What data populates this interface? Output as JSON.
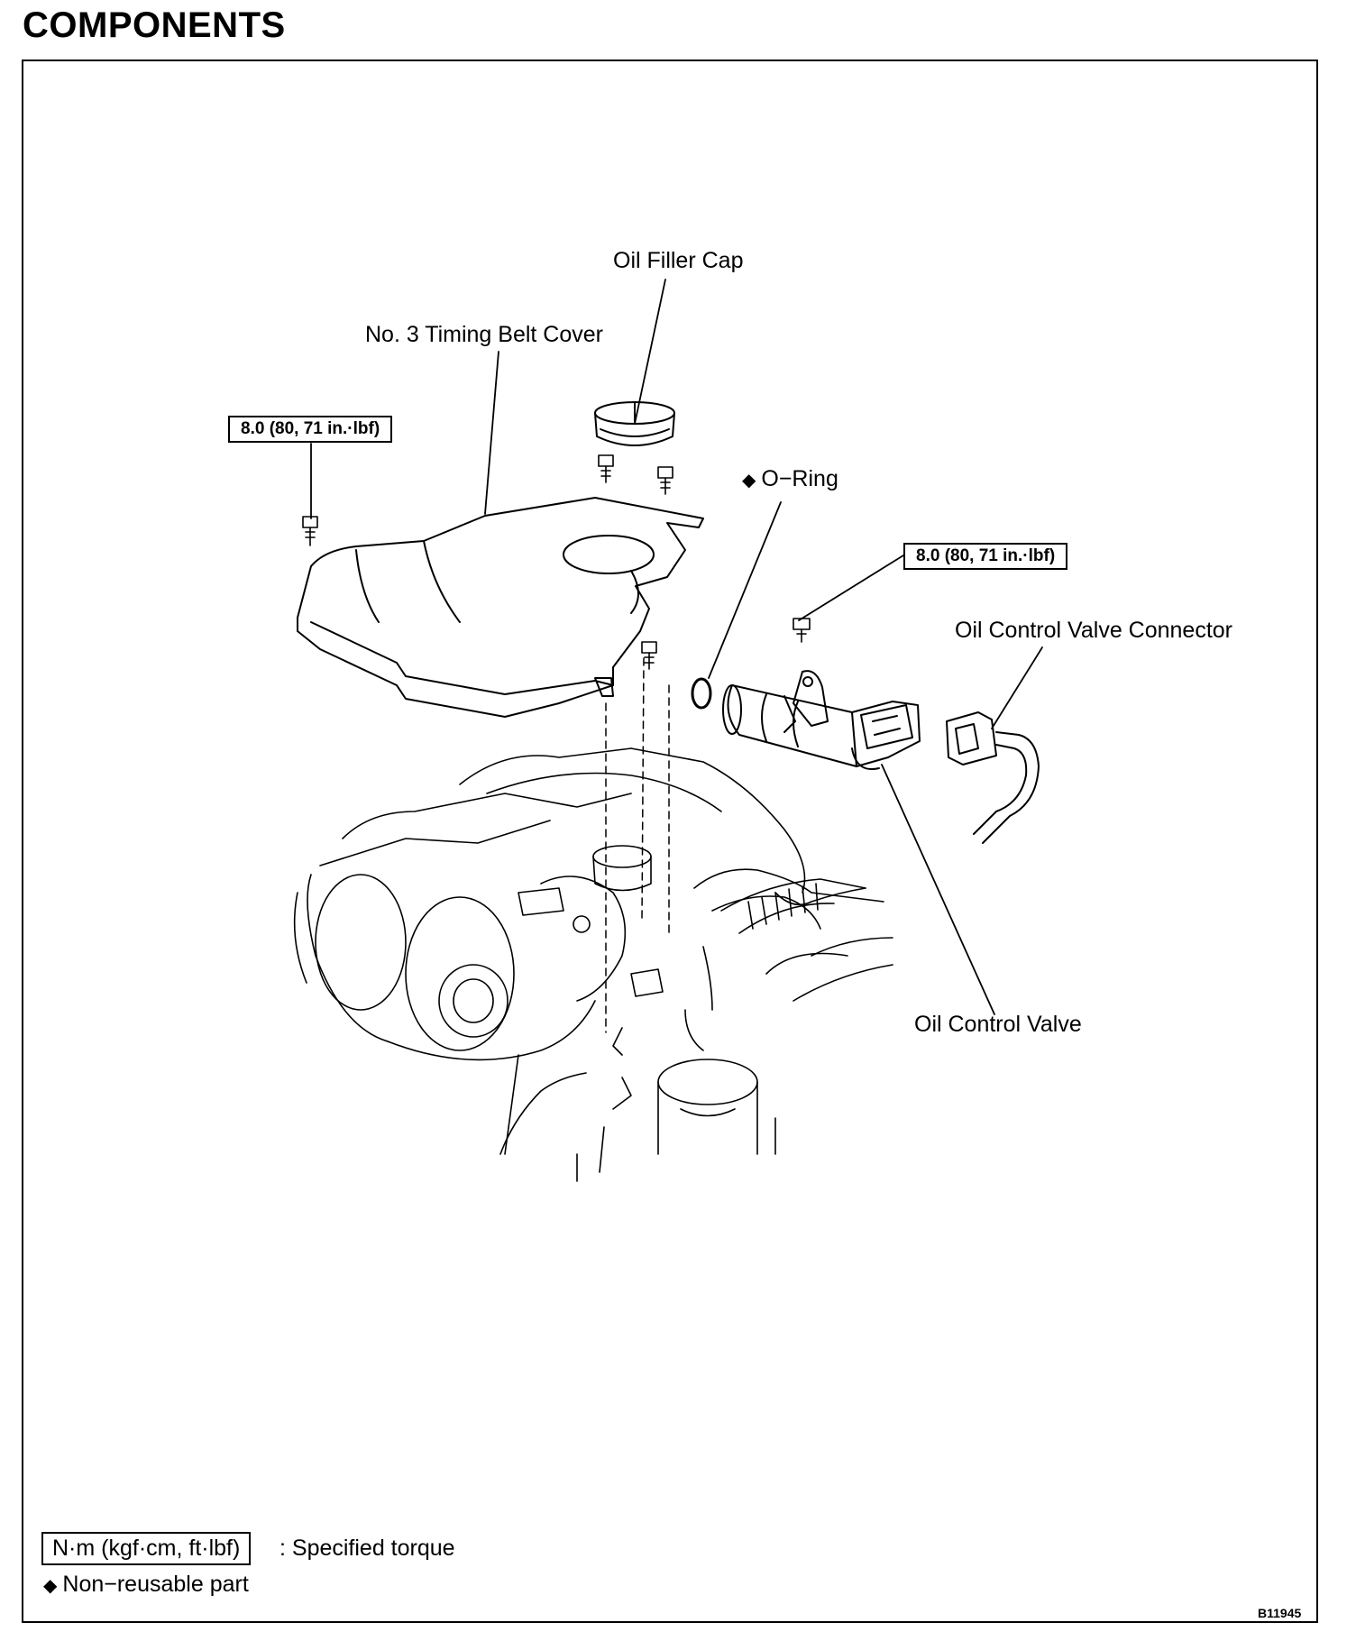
{
  "title": "COMPONENTS",
  "labels": {
    "oil_filler_cap": "Oil Filler Cap",
    "timing_belt_cover": "No. 3 Timing Belt Cover",
    "o_ring": "O−Ring",
    "ocv_connector": "Oil Control Valve Connector",
    "ocv": "Oil Control Valve"
  },
  "torque_specs": {
    "cover_bolt": "8.0 (80, 71 in.·lbf)",
    "ocv_bolt": "8.0 (80, 71 in.·lbf)"
  },
  "non_reusable_marker": "◆",
  "legend": {
    "torque_unit": "N·m (kgf·cm, ft·lbf)",
    "torque_desc": ": Specified torque",
    "non_reusable": "Non−reusable part"
  },
  "figure_id": "B11945"
}
